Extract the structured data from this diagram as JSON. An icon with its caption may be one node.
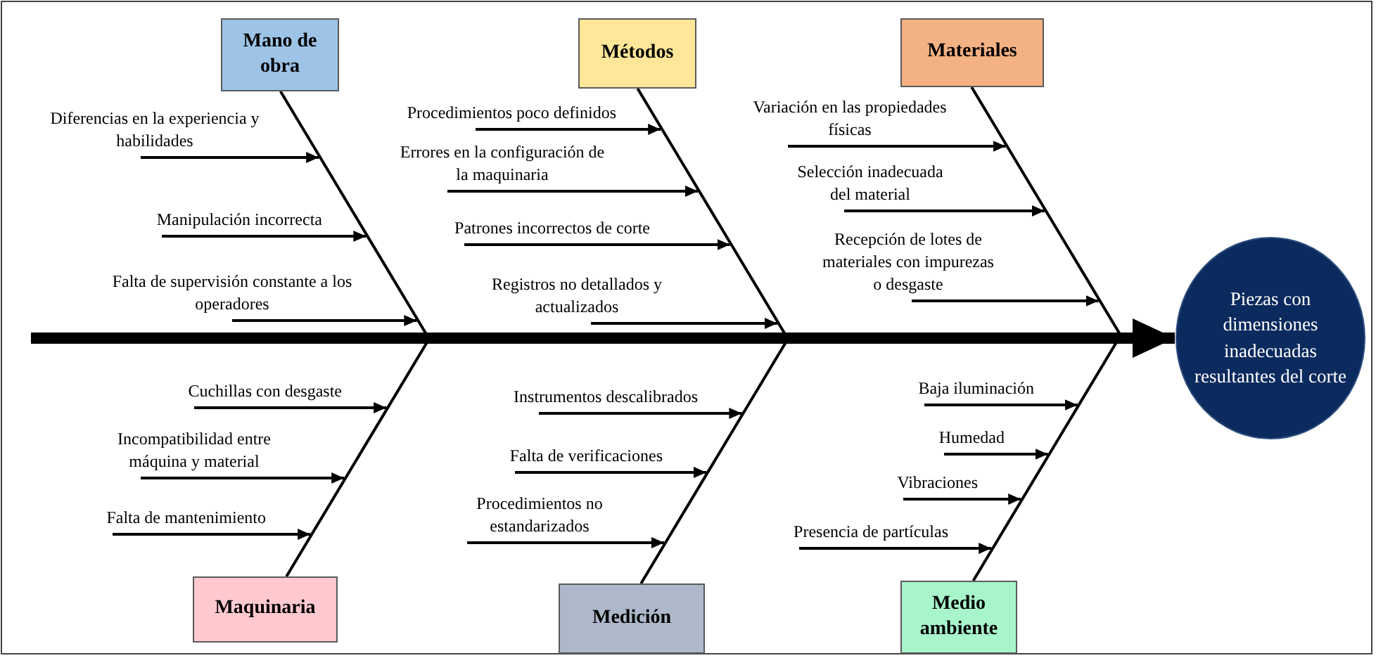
{
  "diagram": {
    "nodes": [
      {
        "text": [
          "Mano de obra"
        ]
      },
      {
        "text": [
          "Métodos"
        ]
      },
      {
        "text": [
          "Materiales"
        ]
      },
      {
        "text": [
          "Diferencias en la experiencia y habilidades"
        ]
      },
      {
        "text": [
          "Manipulación incorrecta"
        ]
      },
      {
        "text": [
          "Falta de supervisión constante a los operadores"
        ]
      },
      {
        "text": [
          "Procedimientos poco definidos"
        ]
      },
      {
        "text": [
          "Errores en la configuración de la maquinaria"
        ]
      },
      {
        "text": [
          "Patrones incorrectos de corte"
        ]
      },
      {
        "text": [
          "Registros no detallados y actualizados"
        ]
      },
      {
        "text": [
          "Variación en las propiedades físicas"
        ]
      },
      {
        "text": [
          "Selección inadecuada del material"
        ]
      },
      {
        "text": [
          "Recepción de lotes de materiales con impurezas o desgaste"
        ]
      },
      {
        "text": [
          "Piezas con dimensiones inadecuadas resultantes del corte"
        ]
      },
      {
        "text": [
          "Cuchillas con desgaste"
        ]
      },
      {
        "text": [
          "Incompatibilidad entre máquina y material"
        ]
      },
      {
        "text": [
          "Falta de mantenimiento"
        ]
      },
      {
        "text": [
          "Instrumentos descalibrados"
        ]
      },
      {
        "text": [
          "Falta de verificaciones"
        ]
      },
      {
        "text": [
          "Procedimientos no estandarizados"
        ]
      },
      {
        "text": [
          "Baja iluminación"
        ]
      },
      {
        "text": [
          "Humedad"
        ]
      },
      {
        "text": [
          "Vibraciones"
        ]
      },
      {
        "text": [
          "Presencia de partículas"
        ]
      },
      {
        "text": [
          "Maquinaria"
        ]
      },
      {
        "text": [
          "Medición"
        ]
      },
      {
        "text": [
          "Medio ambiente"
        ]
      }
    ],
    "edges": [
      {
        "from": null,
        "to": 13,
        "arrow": "to",
        "style": "thick"
      },
      {
        "from": 0,
        "to": 13,
        "arrow": "to"
      },
      {
        "from": 1,
        "to": 13,
        "arrow": "to"
      },
      {
        "from": 2,
        "to": 13,
        "arrow": "to"
      },
      {
        "from": 24,
        "to": 13,
        "arrow": "to"
      },
      {
        "from": 25,
        "to": 13,
        "arrow": "to"
      },
      {
        "from": 26,
        "to": 13,
        "arrow": "to"
      },
      {
        "from": 3,
        "to": null,
        "arrow": "to"
      },
      {
        "from": 4,
        "to": null,
        "arrow": "to"
      },
      {
        "from": 5,
        "to": null,
        "arrow": "to"
      },
      {
        "from": 6,
        "to": null,
        "arrow": "to"
      },
      {
        "from": 7,
        "to": null,
        "arrow": "to"
      },
      {
        "from": 8,
        "to": null,
        "arrow": "to"
      },
      {
        "from": 9,
        "to": null,
        "arrow": "to"
      },
      {
        "from": 10,
        "to": null,
        "arrow": "to"
      },
      {
        "from": 11,
        "to": null,
        "arrow": "to"
      },
      {
        "from": 12,
        "to": null,
        "arrow": "to"
      },
      {
        "from": 14,
        "to": null,
        "arrow": "to"
      },
      {
        "from": 15,
        "to": null,
        "arrow": "to"
      },
      {
        "from": 16,
        "to": null,
        "arrow": "to"
      },
      {
        "from": 17,
        "to": null,
        "arrow": "to"
      },
      {
        "from": 18,
        "to": null,
        "arrow": "to"
      },
      {
        "from": 19,
        "to": null,
        "arrow": "to"
      },
      {
        "from": 20,
        "to": null,
        "arrow": "to"
      },
      {
        "from": 21,
        "to": null,
        "arrow": "to"
      },
      {
        "from": 22,
        "to": null,
        "arrow": "to"
      },
      {
        "from": 23,
        "to": null,
        "arrow": "to"
      }
    ]
  }
}
